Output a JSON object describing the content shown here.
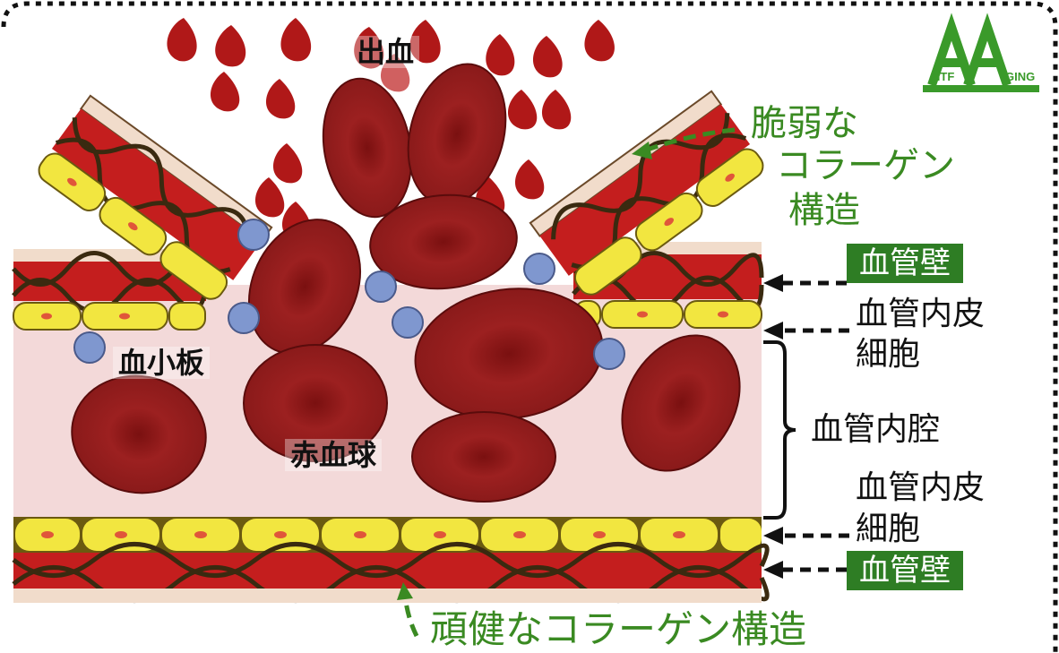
{
  "labels": {
    "bleeding": "出血",
    "platelet": "血小板",
    "rbc": "赤血球",
    "fragile_line1": "脆弱な",
    "fragile_line2": "コラーゲン",
    "fragile_line3": "構造",
    "wall_top": "血管壁",
    "endothelium_top_line1": "血管内皮",
    "endothelium_top_line2": "細胞",
    "lumen": "血管内腔",
    "endothelium_bottom_line1": "血管内皮",
    "endothelium_bottom_line2": "細胞",
    "wall_bottom": "血管壁",
    "sturdy": "頑健なコラーゲン構造"
  },
  "logo": {
    "text_left": "NTF",
    "text_right": "GING"
  },
  "colors": {
    "wall": "#c41e1e",
    "collagen_fiber": "#3a2a10",
    "endothelial_cell": "#f2e640",
    "cell_nucleus": "#e0563a",
    "lumen": "#f3d9d9",
    "rbc": "#8f1b1b",
    "platelet": "#7f97cf",
    "label_green": "#3a8a22",
    "label_box": "#2e7d24"
  }
}
